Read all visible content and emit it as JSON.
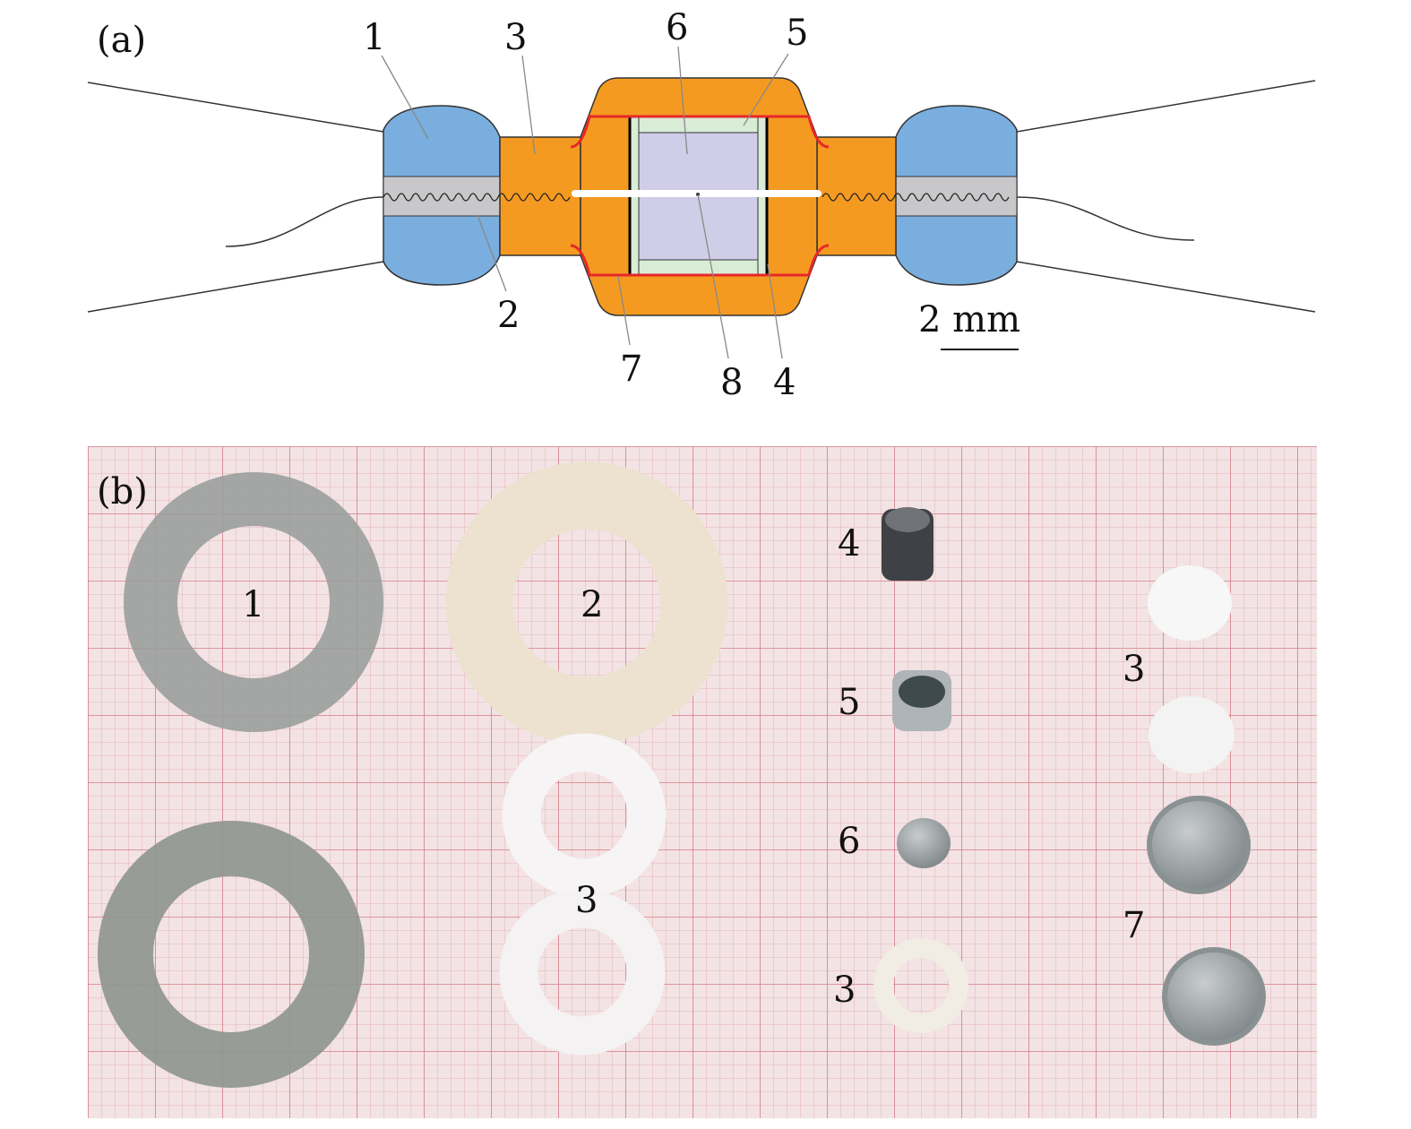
{
  "panel_a": {
    "label": "(a)",
    "callouts": [
      "1",
      "3",
      "6",
      "5",
      "2",
      "7",
      "8",
      "4"
    ],
    "scale_bar": "2 mm"
  },
  "panel_b": {
    "label": "(b)",
    "part_labels": [
      "1",
      "2",
      "4",
      "3",
      "5",
      "6",
      "3",
      "7",
      "3"
    ]
  },
  "colors": {
    "blue": "#7aaede",
    "orange": "#f59a21",
    "gray": "#c8c8ca",
    "green": "#d9ecd6",
    "lavender": "#cfcde8",
    "red": "#e8272a",
    "paper": "#f3e3e4",
    "grid": "#d98a92"
  }
}
